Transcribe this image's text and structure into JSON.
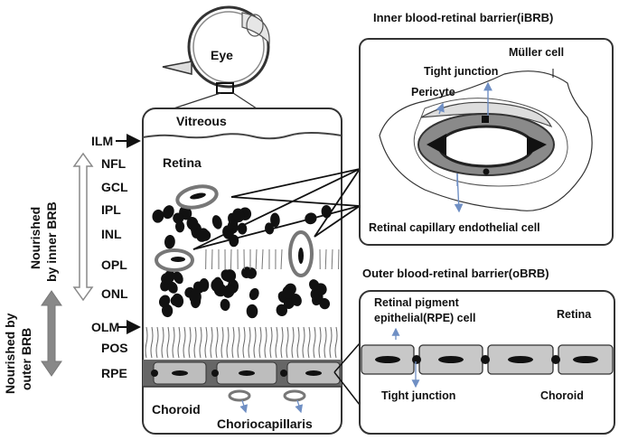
{
  "eye": {
    "label": "Eye"
  },
  "retina_panel": {
    "vitreous": "Vitreous",
    "retina": "Retina",
    "choroid": "Choroid",
    "choriocapillaris": "Choriocapillaris"
  },
  "layers": [
    "ILM",
    "NFL",
    "GCL",
    "IPL",
    "INL",
    "OPL",
    "ONL",
    "OLM",
    "POS",
    "RPE"
  ],
  "side_labels": {
    "inner_line1": "Nourished",
    "inner_line2": "by inner BRB",
    "outer_line1": "Nourished by",
    "outer_line2": "outer BRB"
  },
  "ibrb": {
    "title": "Inner blood-retinal barrier(iBRB)",
    "muller": "Müller cell",
    "tight_junction": "Tight junction",
    "pericyte": "Pericyte",
    "endothelial": "Retinal capillary endothelial cell"
  },
  "obrb": {
    "title": "Outer blood-retinal barrier(oBRB)",
    "rpe_line1": "Retinal pigment",
    "rpe_line2": "epithelial(RPE) cell",
    "retina": "Retina",
    "tight_junction": "Tight junction",
    "choroid": "Choroid"
  },
  "colors": {
    "ink": "#111111",
    "arrow_blue": "#6f8fc4",
    "cell_gray": "#7a7a7a",
    "rpe_fill": "#c8c8c8"
  }
}
